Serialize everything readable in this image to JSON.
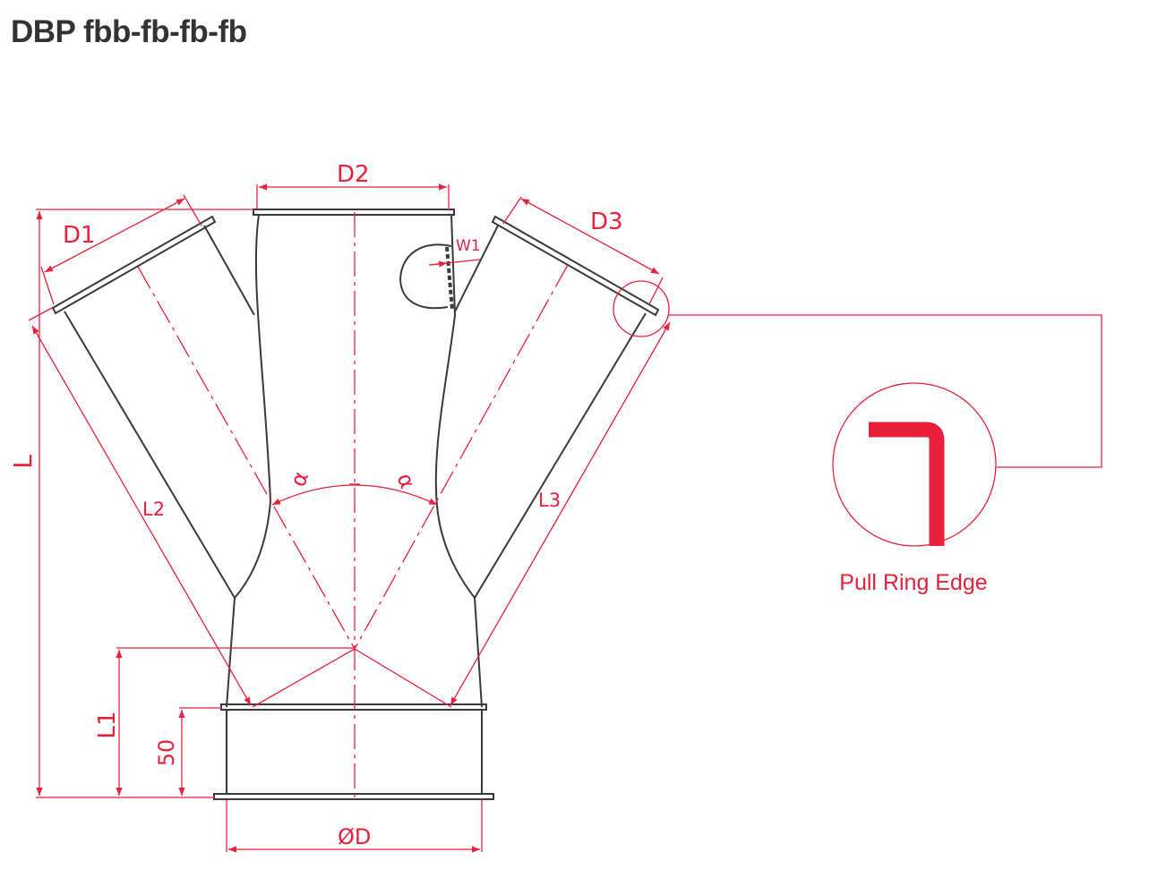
{
  "title": "DBP fbb-fb-fb-fb",
  "labels": {
    "d1": "D1",
    "d2": "D2",
    "d3": "D3",
    "w1": "W1",
    "l": "L",
    "l1": "L1",
    "l2": "L2",
    "l3": "L3",
    "fifty": "50",
    "od": "ØD",
    "alpha_left": "α",
    "alpha_right": "α",
    "detail_caption": "Pull Ring Edge"
  },
  "colors": {
    "dimension": "#e8203c",
    "outline": "#3a3a3a",
    "title": "#333333"
  }
}
